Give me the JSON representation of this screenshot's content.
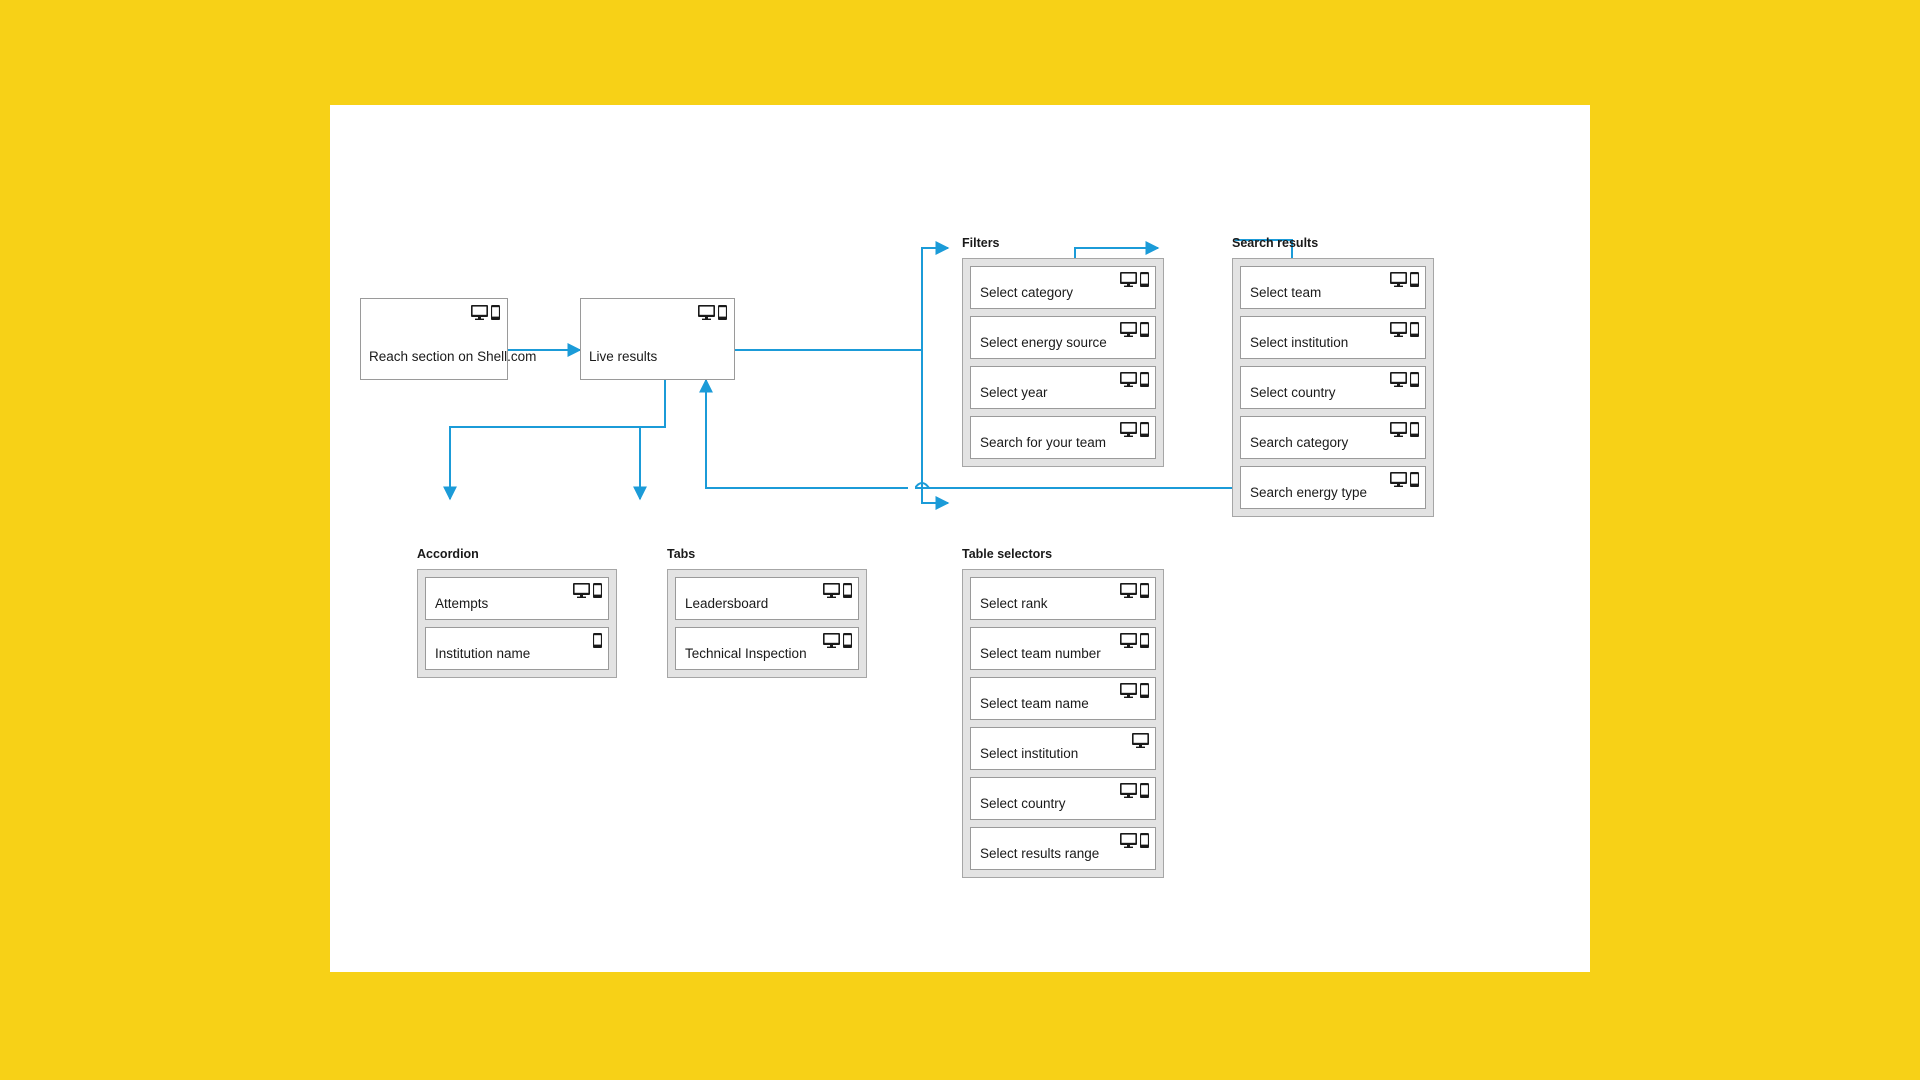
{
  "meta": {
    "background_color": "#F7D117",
    "canvas_color": "#FFFFFF",
    "connector_color": "#1B9BD8",
    "node_border_color": "#9A9A9A",
    "group_fill_color": "#E3E3E3"
  },
  "icons": {
    "monitor": "monitor-icon",
    "mobile": "mobile-icon"
  },
  "flow_nodes": [
    {
      "id": "reach-section",
      "label": "Reach section on Shell.com",
      "devices": [
        "monitor",
        "mobile"
      ]
    },
    {
      "id": "live-results",
      "label": "Live results",
      "devices": [
        "monitor",
        "mobile"
      ]
    }
  ],
  "groups": [
    {
      "id": "filters",
      "title": "Filters",
      "items": [
        {
          "label": "Select category",
          "devices": [
            "monitor",
            "mobile"
          ]
        },
        {
          "label": "Select energy source",
          "devices": [
            "monitor",
            "mobile"
          ]
        },
        {
          "label": "Select year",
          "devices": [
            "monitor",
            "mobile"
          ]
        },
        {
          "label": "Search for your team",
          "devices": [
            "monitor",
            "mobile"
          ]
        }
      ]
    },
    {
      "id": "search-results",
      "title": "Search results",
      "items": [
        {
          "label": "Select team",
          "devices": [
            "monitor",
            "mobile"
          ]
        },
        {
          "label": "Select institution",
          "devices": [
            "monitor",
            "mobile"
          ]
        },
        {
          "label": "Select country",
          "devices": [
            "monitor",
            "mobile"
          ]
        },
        {
          "label": "Search category",
          "devices": [
            "monitor",
            "mobile"
          ]
        },
        {
          "label": "Search energy type",
          "devices": [
            "monitor",
            "mobile"
          ]
        }
      ]
    },
    {
      "id": "accordion",
      "title": "Accordion",
      "items": [
        {
          "label": "Attempts",
          "devices": [
            "monitor",
            "mobile"
          ]
        },
        {
          "label": "Institution name",
          "devices": [
            "mobile"
          ]
        }
      ]
    },
    {
      "id": "tabs",
      "title": "Tabs",
      "items": [
        {
          "label": "Leadersboard",
          "devices": [
            "monitor",
            "mobile"
          ]
        },
        {
          "label": "Technical Inspection",
          "devices": [
            "monitor",
            "mobile"
          ]
        }
      ]
    },
    {
      "id": "table-selectors",
      "title": "Table selectors",
      "items": [
        {
          "label": "Select rank",
          "devices": [
            "monitor",
            "mobile"
          ]
        },
        {
          "label": "Select team number",
          "devices": [
            "monitor",
            "mobile"
          ]
        },
        {
          "label": "Select team name",
          "devices": [
            "monitor",
            "mobile"
          ]
        },
        {
          "label": "Select institution",
          "devices": [
            "monitor"
          ]
        },
        {
          "label": "Select country",
          "devices": [
            "monitor",
            "mobile"
          ]
        },
        {
          "label": "Select results range",
          "devices": [
            "monitor",
            "mobile"
          ]
        }
      ]
    }
  ],
  "connections": [
    {
      "from": "reach-section",
      "to": "live-results"
    },
    {
      "from": "live-results",
      "to": "filters"
    },
    {
      "from": "live-results",
      "to": "accordion"
    },
    {
      "from": "live-results",
      "to": "tabs"
    },
    {
      "from": "live-results",
      "to": "table-selectors"
    },
    {
      "from": "filters",
      "to": "search-results"
    },
    {
      "from": "search-results",
      "to": "live-results"
    }
  ]
}
